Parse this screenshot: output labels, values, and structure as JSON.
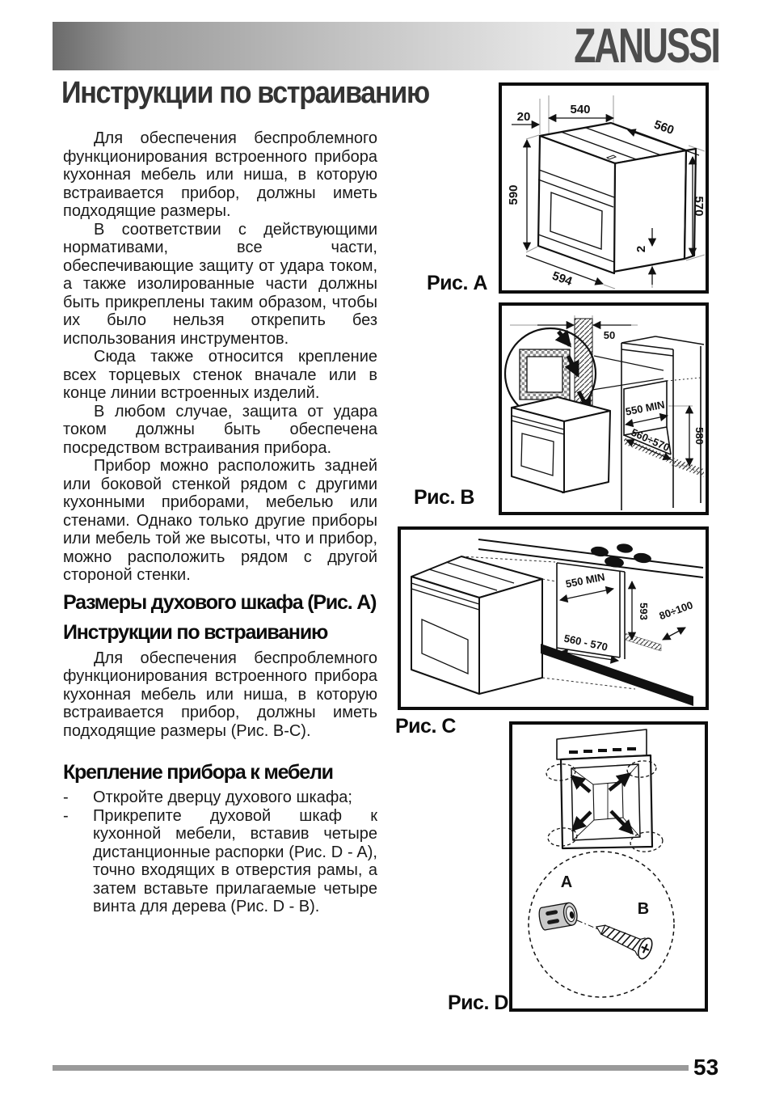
{
  "header": {
    "brand": "ZANUSSI",
    "title": "Инструкции по встраиванию"
  },
  "article": {
    "paragraphs": [
      "Для обеспечения беспроблемного функционирования встроенного прибора кухонная мебель или ниша, в которую встраивается прибор, должны иметь подходящие размеры.",
      "В соответствии с действующими нормативами, все части, обеспечивающие защиту от удара током, а также изолированные части должны быть прикреплены таким образом, чтобы их было нельзя открепить без использования инструментов.",
      "Сюда также относится крепление всех торцевых стенок вначале или в конце линии встроенных изделий.",
      "В любом случае, защита от удара током должны быть обеспечена посредством встраивания прибора.",
      "Прибор можно расположить задней или боковой стенкой рядом с другими кухонными приборами, мебелью или стенами. Однако только другие приборы или мебель той же высоты, что и прибор, можно расположить рядом с другой стороной стенки."
    ],
    "section_dimensions": {
      "heading": "Размеры духового шкафа (Рис. А)"
    },
    "section_building_in": {
      "heading": "Инструкции по встраиванию",
      "paragraph": "Для обеспечения беспроблемного функционирования встроенного прибора кухонная мебель или ниша, в которую встраивается прибор, должны иметь подходящие размеры (Рис. B-C)."
    },
    "section_fixing": {
      "heading": "Крепление прибора к мебели",
      "bullet_marker": "-",
      "bullets": [
        "Откройте дверцу духового шкафа;",
        "Прикрепите духовой шкаф к кухонной мебели, вставив четыре дистанционные распорки (Рис. D - A), точно входящих в отверстия рамы, а затем вставьте прилагаемые четыре винта для дерева (Рис. D - B)."
      ]
    }
  },
  "figures": {
    "a": {
      "caption": "Рис. A",
      "dims": {
        "top_offset": "20",
        "top_width": "540",
        "depth": "560",
        "front_height": "590",
        "side_height": "570",
        "bottom_width": "594",
        "plinth_gap": "2"
      }
    },
    "b": {
      "caption": "Рис. B",
      "dims": {
        "wall_gap": "50",
        "niche_depth": "550 MIN",
        "niche_width": "560÷570",
        "niche_height": "580"
      }
    },
    "c": {
      "caption": "Рис. C",
      "dims": {
        "niche_depth": "550 MIN",
        "niche_height": "593",
        "niche_width": "560 - 570",
        "plinth_recess": "80÷100"
      }
    },
    "d": {
      "caption": "Рис. D",
      "labels": {
        "spacer": "A",
        "screw": "B"
      }
    }
  },
  "footer": {
    "page_number": "53"
  },
  "colors": {
    "header_bar_dark": "#6a6a6a",
    "header_bar_light": "#f8f8f8",
    "brand_text": "#4d4d4d",
    "footer_bar": "#9a9a9a",
    "body_text": "#1a1a1a",
    "line_art": "#111111"
  }
}
